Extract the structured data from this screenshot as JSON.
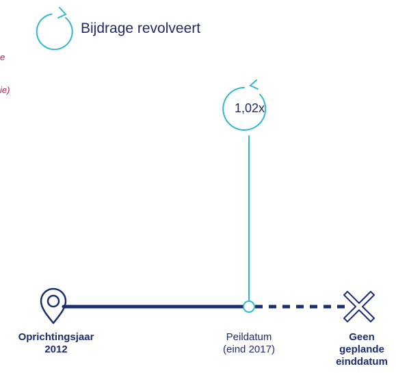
{
  "cropped_left_texts": [
    "e",
    "ie)"
  ],
  "legend": {
    "label": "Bijdrage revolveert",
    "icon": "revolving-arrow-icon"
  },
  "revolve_multiple": "1,02x",
  "timeline": {
    "start": {
      "line1": "Oprichtingsjaar",
      "line2": "2012",
      "icon": "location-pin-icon"
    },
    "peildatum": {
      "line1": "Peildatum",
      "line2": "(eind 2017)"
    },
    "end": {
      "line1": "Geen",
      "line2": "geplande",
      "line3": "einddatum",
      "icon": "close-x-icon"
    }
  },
  "colors": {
    "navy": "#1a2d6e",
    "cyan": "#2fb8cf",
    "crimson": "#c0144c"
  }
}
